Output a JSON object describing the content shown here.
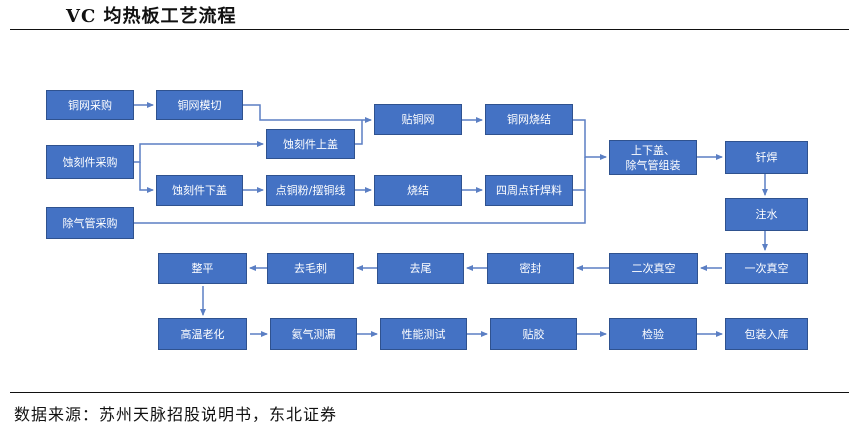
{
  "title": "VC 均热板工艺流程",
  "source": "数据来源：苏州天脉招股说明书，东北证券",
  "colors": {
    "box_fill": "#4472c4",
    "box_border": "#2f528f",
    "text": "#ffffff",
    "connector": "#5b7fc4"
  },
  "nodes": {
    "copper_mesh_purchase": "铜网采购",
    "copper_mesh_cutting": "铜网模切",
    "etched_part_purchase": "蚀刻件采购",
    "etched_upper_cover": "蚀刻件上盖",
    "etched_lower_cover": "蚀刻件下盖",
    "degas_tube_purchase": "除气管采购",
    "attach_copper_mesh": "贴铜网",
    "copper_mesh_sintering": "铜网烧结",
    "copper_powder": "点铜粉/摆铜线",
    "sintering": "烧结",
    "solder_paste": "四周点钎焊料",
    "assembly_line1": "上下盖、",
    "assembly_line2": "除气管组装",
    "brazing": "钎焊",
    "water_injection": "注水",
    "first_vacuum": "一次真空",
    "second_vacuum": "二次真空",
    "sealing": "密封",
    "tail_removal": "去尾",
    "deburring": "去毛刺",
    "flattening": "整平",
    "high_temp_aging": "高温老化",
    "helium_leak_test": "氦气测漏",
    "performance_test": "性能测试",
    "gluing": "贴胶",
    "inspection": "检验",
    "packaging_storage": "包装入库"
  }
}
